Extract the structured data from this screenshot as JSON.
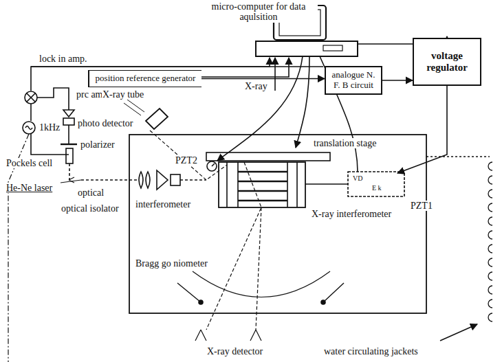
{
  "diagram": {
    "nodes": [
      {
        "text": [
          "voltage regulator"
        ]
      },
      {
        "text": [
          "analogue N. F. B circuit"
        ]
      },
      {
        "text": [
          "position reference generator"
        ]
      }
    ],
    "edges": [
      {
        "from": 2,
        "to": 1,
        "arrow": "to"
      },
      {
        "from": 1,
        "to": 0,
        "arrow": "to"
      }
    ],
    "labels": [
      "micro-computer for data aqulsition",
      "X-ray",
      "lock in amp.",
      "1kHz",
      "prc amp.",
      "X-ray tube",
      "photo detector",
      "polarizer",
      "Pockels cell",
      "He-Ne laser",
      "optical",
      "optical isolator",
      "interferometer",
      "translation stage",
      "PZT2",
      "PZT1",
      "VD",
      "E k",
      "X-ray interferometer",
      "Bragg go niometer",
      "X-ray detector",
      "water circulating jackets"
    ]
  }
}
